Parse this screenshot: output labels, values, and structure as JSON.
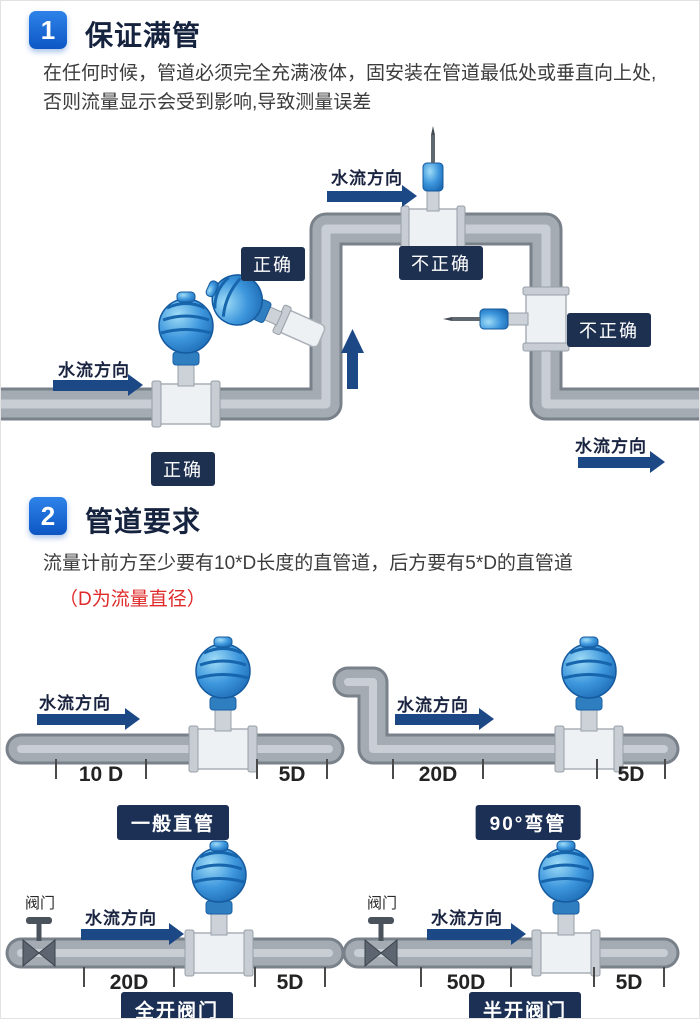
{
  "section1": {
    "number": "1",
    "title": "保证满管",
    "body": "在任何时候，管道必须完全充满液体，固安装在管道最低处或垂直向上处,否则流量显示会受到影响,导致测量误差",
    "diagram": {
      "flow_top": "水流方向",
      "incorrect_top": "不正确",
      "correct_bend": "正确",
      "incorrect_right": "不正确",
      "flow_left": "水流方向",
      "correct_bottom": "正确",
      "flow_bottom_right": "水流方向"
    }
  },
  "section2": {
    "number": "2",
    "title": "管道要求",
    "body": "流量计前方至少要有10*D长度的直管道，后方要有5*D的直管道",
    "note": "（D为流量直径）",
    "diagrams": [
      {
        "flow": "水流方向",
        "dim_before": "10 D",
        "dim_after": "5D",
        "caption": "一般直管"
      },
      {
        "flow": "水流方向",
        "dim_before": "20D",
        "dim_after": "5D",
        "caption": "90°弯管"
      },
      {
        "flow": "水流方向",
        "valve_label": "阀门",
        "dim_before": "20D",
        "dim_after": "5D",
        "caption": "全开阀门"
      },
      {
        "flow": "水流方向",
        "valve_label": "阀门",
        "dim_before": "50D",
        "dim_after": "5D",
        "caption": "半开阀门"
      }
    ]
  },
  "icons": {
    "flowmeter": "turbine-flowmeter-icon",
    "probe_meter": "probe-sensor-icon",
    "valve": "valve-icon",
    "flow_arrow": "right-arrow-icon",
    "up_arrow": "up-arrow-icon"
  },
  "colors": {
    "accent_blue": "#1565d8",
    "badge_navy": "#1e3050",
    "arrow_navy": "#1d4886",
    "pipe_gray": "#a4abb3",
    "meter_blue": "#2e86d4",
    "note_red": "#e02b2b"
  }
}
